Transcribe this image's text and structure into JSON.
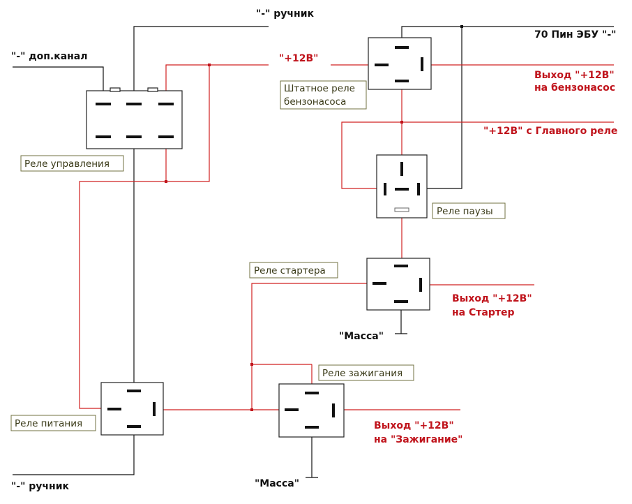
{
  "labels": {
    "handbrake_top": "\"-\" ручник",
    "extra_channel": "\"-\" доп.канал",
    "plus12v_top": "\"+12В\"",
    "ecu_pin70": "70 Пин ЭБУ \"-\"",
    "output_fuel_pump_line1": "Выход \"+12В\"",
    "output_fuel_pump_line2": "на бензонасос",
    "plus12v_main_relay": "\"+12В\" с Главного реле",
    "fuel_pump_relay_line1": "Штатное реле",
    "fuel_pump_relay_line2": "бензонасоса",
    "control_relay": "Реле управления",
    "pause_relay": "Реле паузы",
    "starter_relay": "Реле стартера",
    "output_starter_line1": "Выход \"+12В\"",
    "output_starter_line2": "на Стартер",
    "ground_starter": "\"Масса\"",
    "ignition_relay": "Реле зажигания",
    "power_relay": "Реле питания",
    "output_ignition_line1": "Выход \"+12В\"",
    "output_ignition_line2": "на \"Зажигание\"",
    "handbrake_bottom": "\"-\" ручник",
    "ground_ignition": "\"Масса\""
  },
  "colors": {
    "wire_positive": "#d02020",
    "wire_negative": "#111111",
    "label_red": "#c0141c",
    "label_black": "#111111",
    "label_box_border": "#707040"
  }
}
